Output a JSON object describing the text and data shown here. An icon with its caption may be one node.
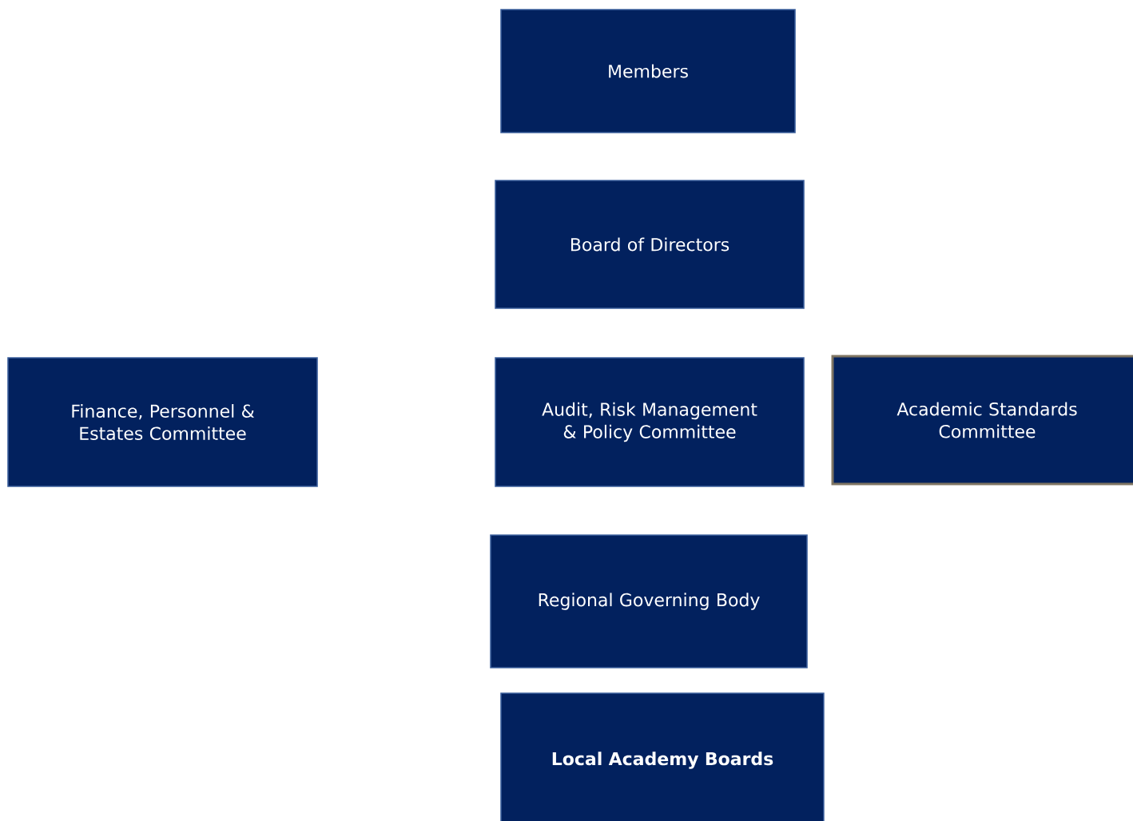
{
  "diagram": {
    "nodes": [
      {
        "text": [
          "Members"
        ]
      },
      {
        "text": [
          "Board of Directors"
        ]
      },
      {
        "text": [
          "Finance, Personnel & Estates Committee"
        ]
      },
      {
        "text": [
          "Audit, Risk Management & Policy Committee"
        ]
      },
      {
        "text": [
          "Academic Standards Committee"
        ]
      },
      {
        "text": [
          "Regional Governing Body"
        ]
      },
      {
        "text": [
          "Local Academy Boards"
        ]
      }
    ]
  }
}
